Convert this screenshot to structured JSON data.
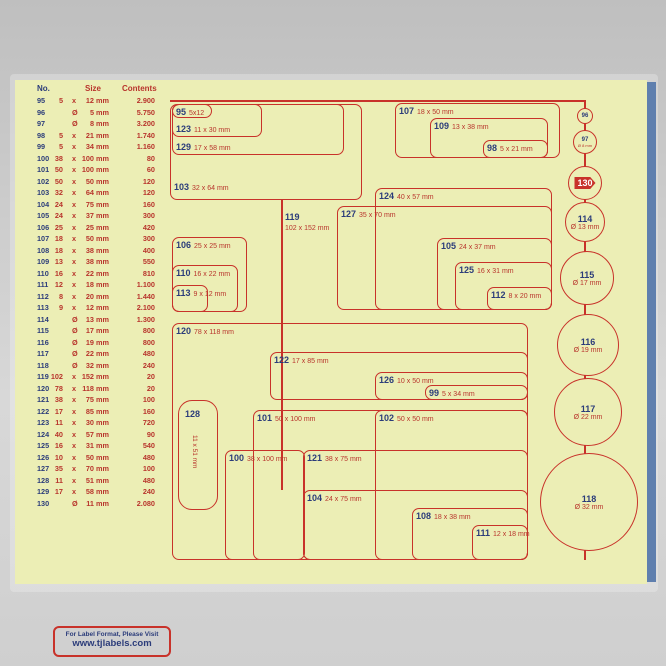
{
  "table": {
    "headers": {
      "no": "No.",
      "size": "Size",
      "contents": "Contents"
    },
    "rows": [
      [
        "95",
        "5",
        "x",
        "12 mm",
        "2.900"
      ],
      [
        "96",
        "",
        "Ø",
        "5 mm",
        "5.750"
      ],
      [
        "97",
        "",
        "Ø",
        "8 mm",
        "3.200"
      ],
      [
        "98",
        "5",
        "x",
        "21 mm",
        "1.740"
      ],
      [
        "99",
        "5",
        "x",
        "34 mm",
        "1.160"
      ],
      [
        "100",
        "38",
        "x",
        "100 mm",
        "80"
      ],
      [
        "101",
        "50",
        "x",
        "100 mm",
        "60"
      ],
      [
        "102",
        "50",
        "x",
        "50 mm",
        "120"
      ],
      [
        "103",
        "32",
        "x",
        "64 mm",
        "120"
      ],
      [
        "104",
        "24",
        "x",
        "75 mm",
        "160"
      ],
      [
        "105",
        "24",
        "x",
        "37 mm",
        "300"
      ],
      [
        "106",
        "25",
        "x",
        "25 mm",
        "420"
      ],
      [
        "107",
        "18",
        "x",
        "50 mm",
        "300"
      ],
      [
        "108",
        "18",
        "x",
        "38 mm",
        "400"
      ],
      [
        "109",
        "13",
        "x",
        "38 mm",
        "550"
      ],
      [
        "110",
        "16",
        "x",
        "22 mm",
        "810"
      ],
      [
        "111",
        "12",
        "x",
        "18 mm",
        "1.100"
      ],
      [
        "112",
        "8",
        "x",
        "20 mm",
        "1.440"
      ],
      [
        "113",
        "9",
        "x",
        "12 mm",
        "2.100"
      ],
      [
        "114",
        "",
        "Ø",
        "13 mm",
        "1.300"
      ],
      [
        "115",
        "",
        "Ø",
        "17 mm",
        "800"
      ],
      [
        "116",
        "",
        "Ø",
        "19 mm",
        "800"
      ],
      [
        "117",
        "",
        "Ø",
        "22 mm",
        "480"
      ],
      [
        "118",
        "",
        "Ø",
        "32 mm",
        "240"
      ],
      [
        "119",
        "102",
        "x",
        "152 mm",
        "20"
      ],
      [
        "120",
        "78",
        "x",
        "118 mm",
        "20"
      ],
      [
        "121",
        "38",
        "x",
        "75 mm",
        "100"
      ],
      [
        "122",
        "17",
        "x",
        "85 mm",
        "160"
      ],
      [
        "123",
        "11",
        "x",
        "30 mm",
        "720"
      ],
      [
        "124",
        "40",
        "x",
        "57 mm",
        "90"
      ],
      [
        "125",
        "16",
        "x",
        "31 mm",
        "540"
      ],
      [
        "126",
        "10",
        "x",
        "50 mm",
        "480"
      ],
      [
        "127",
        "35",
        "x",
        "70 mm",
        "100"
      ],
      [
        "128",
        "11",
        "x",
        "51 mm",
        "480"
      ],
      [
        "129",
        "17",
        "x",
        "58 mm",
        "240"
      ],
      [
        "130",
        "",
        "Ø",
        "11 mm",
        "2.080"
      ]
    ]
  },
  "promo": {
    "line1": "For Label Format, Please Visit",
    "line2": "www.tjlabels.com"
  },
  "labels": {
    "l95": {
      "no": "95",
      "size": "5x12"
    },
    "l123": {
      "no": "123",
      "size": "11 x 30 mm"
    },
    "l129": {
      "no": "129",
      "size": "17 x 58 mm"
    },
    "l103": {
      "no": "103",
      "size": "32 x 64 mm"
    },
    "l119": {
      "no": "119",
      "size": "102 x 152 mm"
    },
    "l107": {
      "no": "107",
      "size": "18 x 50 mm"
    },
    "l109": {
      "no": "109",
      "size": "13 x 38 mm"
    },
    "l98": {
      "no": "98",
      "size": "5 x 21 mm"
    },
    "l124": {
      "no": "124",
      "size": "40 x 57 mm"
    },
    "l127": {
      "no": "127",
      "size": "35 x 70 mm"
    },
    "l105": {
      "no": "105",
      "size": "24 x 37 mm"
    },
    "l125": {
      "no": "125",
      "size": "16 x 31 mm"
    },
    "l112": {
      "no": "112",
      "size": "8 x 20 mm"
    },
    "l106": {
      "no": "106",
      "size": "25 x 25 mm"
    },
    "l110": {
      "no": "110",
      "size": "16 x 22 mm"
    },
    "l113": {
      "no": "113",
      "size": "9 x 12 mm"
    },
    "l120": {
      "no": "120",
      "size": "78 x 118 mm"
    },
    "l122": {
      "no": "122",
      "size": "17 x 85 mm"
    },
    "l126": {
      "no": "126",
      "size": "10 x 50 mm"
    },
    "l99": {
      "no": "99",
      "size": "5 x 34 mm"
    },
    "l128": {
      "no": "128",
      "size": "11 x 51 mm"
    },
    "l101": {
      "no": "101",
      "size": "50 x 100 mm"
    },
    "l102": {
      "no": "102",
      "size": "50 x 50 mm"
    },
    "l100": {
      "no": "100",
      "size": "38 x 100 mm"
    },
    "l121": {
      "no": "121",
      "size": "38 x 75 mm"
    },
    "l104": {
      "no": "104",
      "size": "24 x 75 mm"
    },
    "l108": {
      "no": "108",
      "size": "18 x 38 mm"
    },
    "l111": {
      "no": "111",
      "size": "12 x 18 mm"
    },
    "c96": {
      "no": "96"
    },
    "c97": {
      "no": "97",
      "size": "Ø 8 mm"
    },
    "c130": {
      "no": "130"
    },
    "c114": {
      "no": "114",
      "size": "Ø 13 mm"
    },
    "c115": {
      "no": "115",
      "size": "Ø 17 mm"
    },
    "c116": {
      "no": "116",
      "size": "Ø 19 mm"
    },
    "c117": {
      "no": "117",
      "size": "Ø 22 mm"
    },
    "c118": {
      "no": "118",
      "size": "Ø 32 mm"
    }
  },
  "colors": {
    "sheet": "#eceeb5",
    "outline": "#c8322a",
    "number": "#2b3c7a"
  }
}
